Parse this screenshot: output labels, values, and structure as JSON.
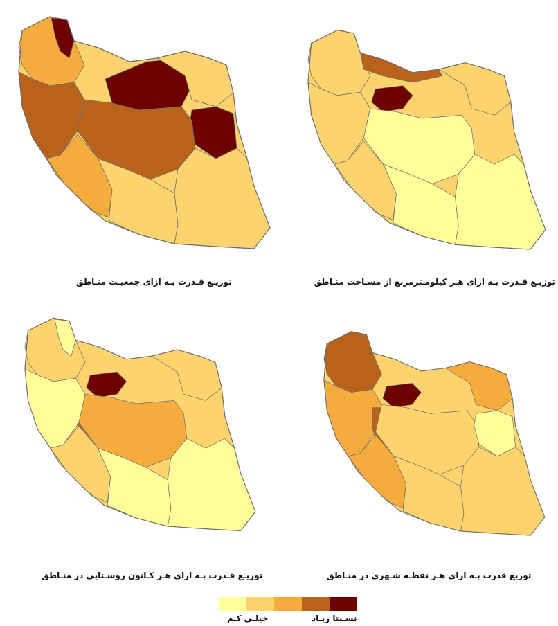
{
  "palette": {
    "level1": "#ffff99",
    "level2": "#fcd36d",
    "level3": "#f5ac3d",
    "level4": "#b8621c",
    "level5": "#6e0000",
    "border": "#6d6d6d"
  },
  "maps": [
    {
      "id": "population",
      "caption": "توزیـع قـدرت بـه ازای جمعیـت منـاطق",
      "regions": [
        {
          "shape": "northwest",
          "level": 3
        },
        {
          "shape": "northwest-strip",
          "level": 5
        },
        {
          "shape": "west",
          "level": 4
        },
        {
          "shape": "center-north",
          "level": 5
        },
        {
          "shape": "northeast",
          "level": 2
        },
        {
          "shape": "east",
          "level": 5
        },
        {
          "shape": "center",
          "level": 4
        },
        {
          "shape": "southwest",
          "level": 3
        },
        {
          "shape": "south",
          "level": 2
        },
        {
          "shape": "southeast",
          "level": 2
        }
      ]
    },
    {
      "id": "area",
      "caption": "توزیـع قـدرت بـه ازای هـر کیلومـترمربع از مسـاحت منـاطق",
      "regions": [
        {
          "shape": "northwest",
          "level": 2
        },
        {
          "shape": "tehran",
          "level": 5
        },
        {
          "shape": "north-coast",
          "level": 4
        },
        {
          "shape": "west",
          "level": 2
        },
        {
          "shape": "northeast",
          "level": 2
        },
        {
          "shape": "center",
          "level": 1
        },
        {
          "shape": "southwest",
          "level": 2
        },
        {
          "shape": "south",
          "level": 1
        },
        {
          "shape": "southeast",
          "level": 1
        }
      ]
    },
    {
      "id": "rural",
      "caption": "توزیـع قـدرت بـه ازای هـر کـانون روسـتایی در منـاطق",
      "regions": [
        {
          "shape": "northwest",
          "level": 2
        },
        {
          "shape": "northwest-strip",
          "level": 1
        },
        {
          "shape": "tehran",
          "level": 5
        },
        {
          "shape": "center-west",
          "level": 4
        },
        {
          "shape": "northeast",
          "level": 2
        },
        {
          "shape": "center",
          "level": 3
        },
        {
          "shape": "west",
          "level": 1
        },
        {
          "shape": "southwest",
          "level": 2
        },
        {
          "shape": "south",
          "level": 1
        },
        {
          "shape": "southeast",
          "level": 1
        }
      ]
    },
    {
      "id": "urban",
      "caption": "توزیع قدرت بـه ازای هـر نقطـه شـهری در منـاطق",
      "regions": [
        {
          "shape": "northwest",
          "level": 4
        },
        {
          "shape": "west",
          "level": 3
        },
        {
          "shape": "tehran",
          "level": 5
        },
        {
          "shape": "center-west",
          "level": 4
        },
        {
          "shape": "northeast",
          "level": 3
        },
        {
          "shape": "center",
          "level": 2
        },
        {
          "shape": "southwest",
          "level": 3
        },
        {
          "shape": "south",
          "level": 2
        },
        {
          "shape": "southeast",
          "level": 2
        },
        {
          "shape": "east",
          "level": 1
        }
      ]
    }
  ],
  "legend": {
    "low_label": "خیلـی کـم",
    "high_label": "نسـبتا زیـاد"
  }
}
